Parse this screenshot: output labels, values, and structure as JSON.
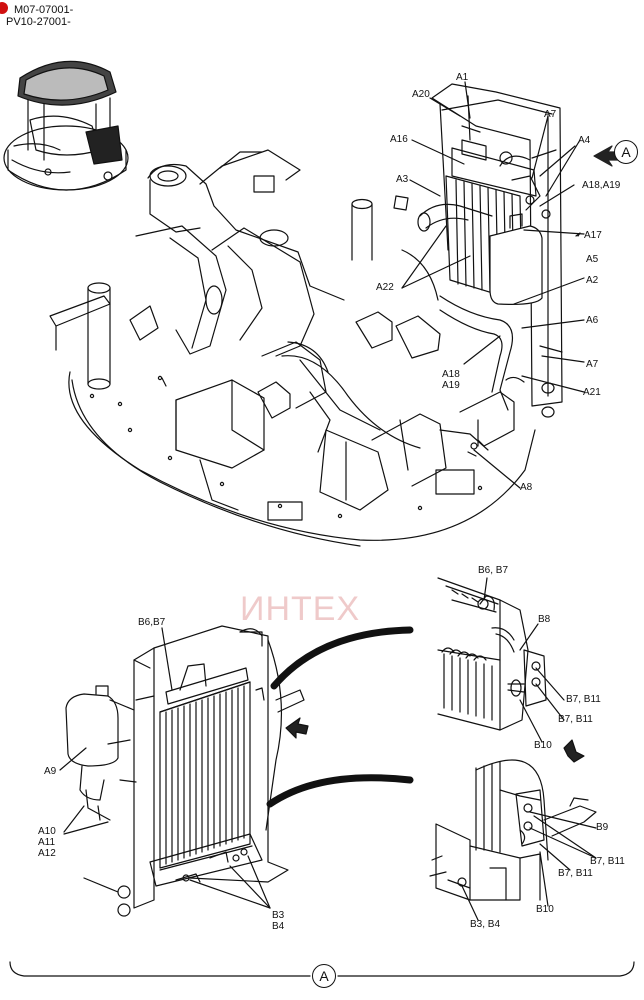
{
  "header": {
    "serial_line1": "M07-07001-",
    "serial_line2": "PV10-27001-"
  },
  "watermark": {
    "text": "ИНТЕХ",
    "color": "#e3a0a0"
  },
  "view_marker": "A",
  "upper_callouts": {
    "a1": "A1",
    "a20": "A20",
    "a7_top": "A7",
    "a4": "A4",
    "a16": "A16",
    "a18_a19_top": "A18,A19",
    "a3": "A3",
    "a17": "A17",
    "a5": "A5",
    "a22": "A22",
    "a2": "A2",
    "a6": "A6",
    "a18_bottom": "A18",
    "a19_bottom": "A19",
    "a7_bottom": "A7",
    "a21": "A21",
    "a8": "A8"
  },
  "lower_left_callouts": {
    "b6_b7": "B6,B7",
    "a9": "A9",
    "a10_group": "A10\nA11\nA12",
    "b3_b4": "B3\nB4"
  },
  "detail_top_callouts": {
    "b6_b7": "B6, B7",
    "b8": "B8",
    "b7_b11_a": "B7, B11",
    "b7_b11_b": "B7, B11",
    "b10": "B10"
  },
  "detail_bottom_callouts": {
    "b9": "B9",
    "b7_b11_a": "B7, B11",
    "b7_b11_b": "B7, B11",
    "b10": "B10",
    "b3_b4": "B3, B4"
  }
}
